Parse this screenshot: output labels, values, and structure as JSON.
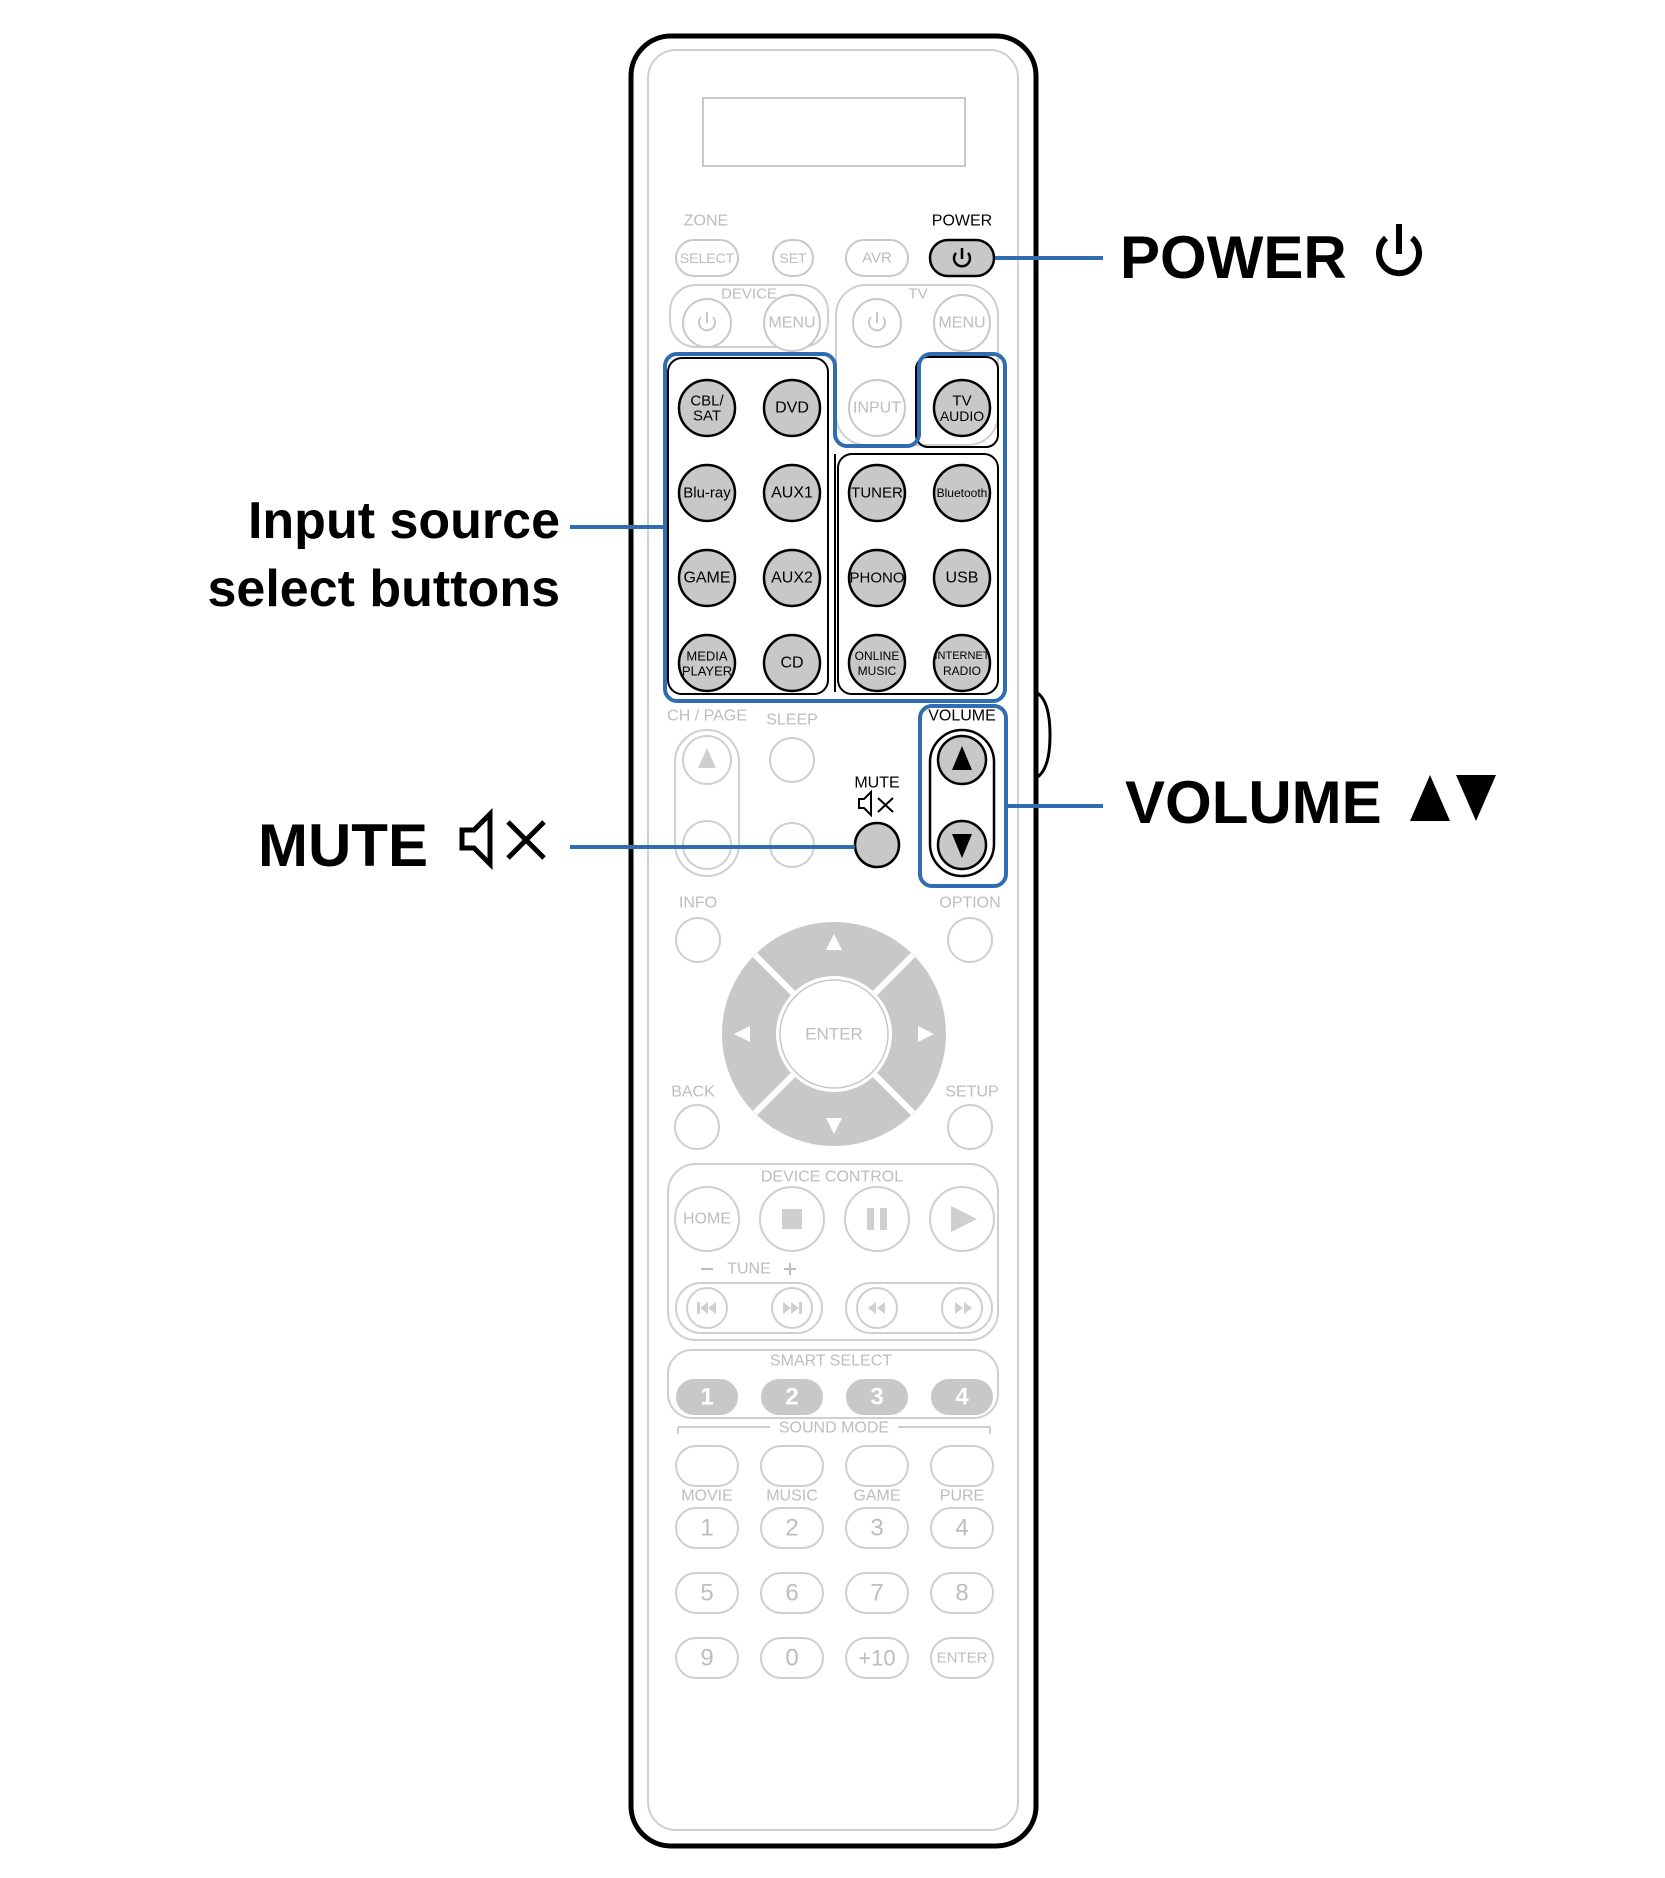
{
  "callouts": {
    "power": "POWER",
    "volume": "VOLUME",
    "mute": "MUTE",
    "input_line1": "Input source",
    "input_line2": "select buttons"
  },
  "remote": {
    "zone_label": "ZONE",
    "power_label": "POWER",
    "device_label": "DEVICE",
    "tv_label": "TV",
    "volume_label": "VOLUME",
    "mute_label": "MUTE",
    "ch_page_label": "CH / PAGE",
    "sleep_label": "SLEEP",
    "info_label": "INFO",
    "option_label": "OPTION",
    "back_label": "BACK",
    "setup_label": "SETUP",
    "device_control_label": "DEVICE CONTROL",
    "tune_label": "TUNE",
    "smart_select_label": "SMART SELECT",
    "sound_mode_label": "SOUND MODE",
    "enter_label": "ENTER",
    "top_buttons": {
      "select": "SELECT",
      "set": "SET",
      "avr": "AVR"
    },
    "menu_label": "MENU",
    "tv_input_label": "INPUT",
    "home_label": "HOME",
    "smart_buttons": [
      "1",
      "2",
      "3",
      "4"
    ],
    "sound_modes": [
      "MOVIE",
      "MUSIC",
      "GAME",
      "PURE"
    ],
    "number_keys": [
      "1",
      "2",
      "3",
      "4",
      "5",
      "6",
      "7",
      "8",
      "9",
      "0",
      "+10",
      "ENTER"
    ],
    "input_sources": {
      "cbl_sat": [
        "CBL/",
        "SAT"
      ],
      "dvd": "DVD",
      "tv_audio": [
        "TV",
        "AUDIO"
      ],
      "bluray": "Blu-ray",
      "aux1": "AUX1",
      "tuner": "TUNER",
      "bluetooth": "Bluetooth",
      "game": "GAME",
      "aux2": "AUX2",
      "phono": "PHONO",
      "usb": "USB",
      "media_player": [
        "MEDIA",
        "PLAYER"
      ],
      "cd": "CD",
      "online_music": [
        "ONLINE",
        "MUSIC"
      ],
      "internet_radio": [
        "INTERNET",
        "RADIO"
      ]
    }
  },
  "colors": {
    "highlight": "#2f6db0",
    "key_fill": "#c8c8c8",
    "faded": "#c2c2c2"
  }
}
